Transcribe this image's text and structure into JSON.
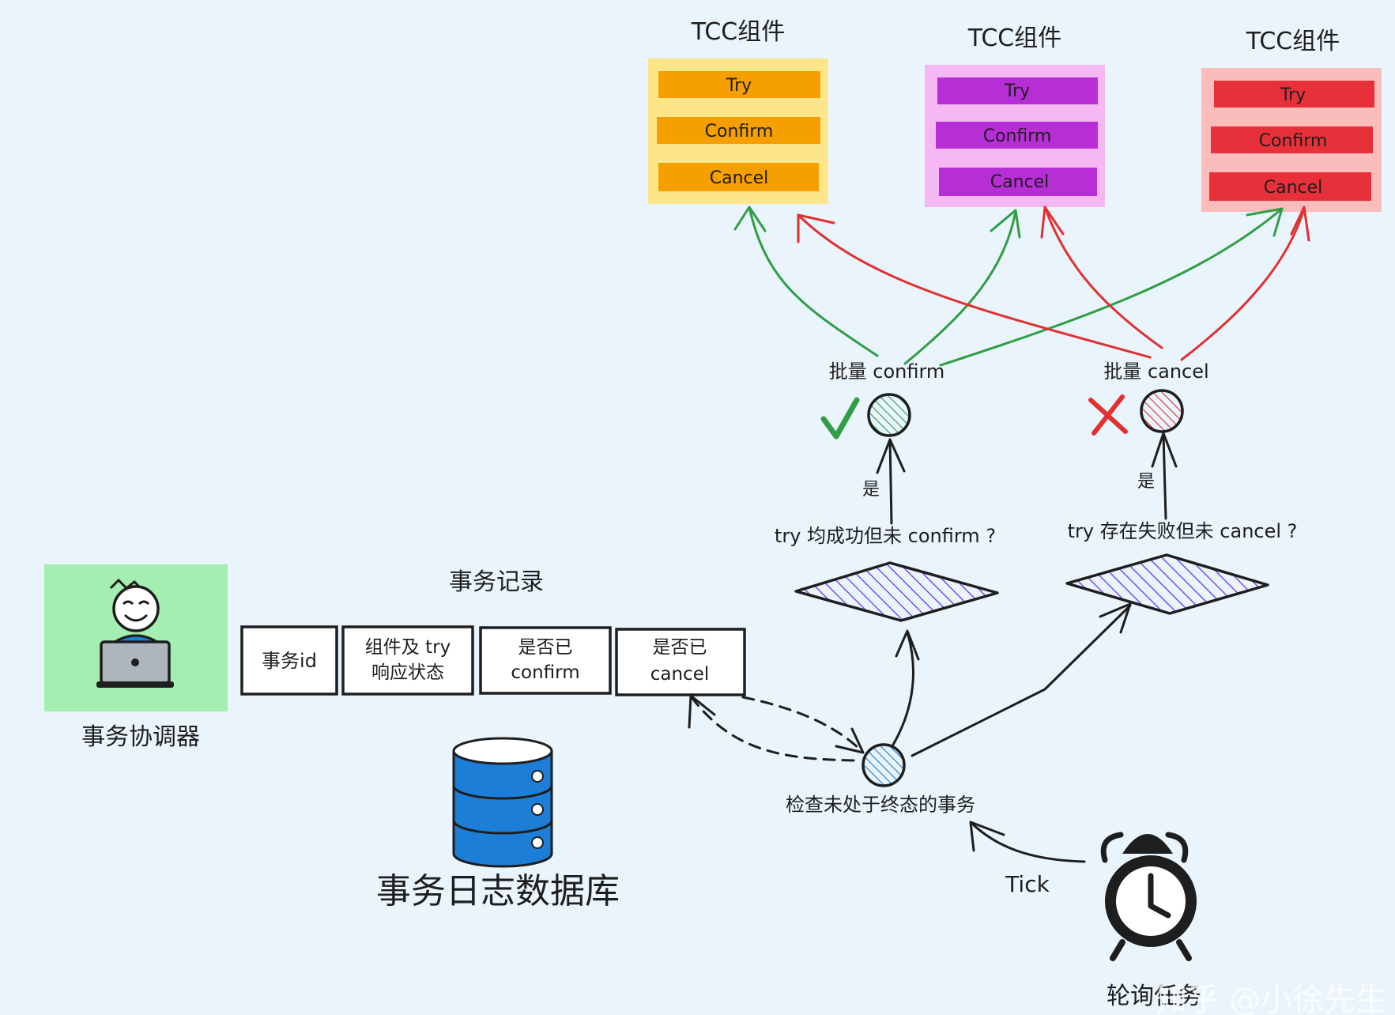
{
  "tcc_components": [
    {
      "title": "TCC组件",
      "ops": [
        "Try",
        "Confirm",
        "Cancel"
      ],
      "bg_color": "#fde68a",
      "bar_color": "#f59f00"
    },
    {
      "title": "TCC组件",
      "ops": [
        "Try",
        "Confirm",
        "Cancel"
      ],
      "bg_color": "#f5b8f2",
      "bar_color": "#b82ed6"
    },
    {
      "title": "TCC组件",
      "ops": [
        "Try",
        "Confirm",
        "Cancel"
      ],
      "bg_color": "#fbbcbc",
      "bar_color": "#e8303a"
    }
  ],
  "batch_confirm": {
    "label": "批量 confirm",
    "status_icon": "check-icon",
    "status_color": "#2f9e44"
  },
  "batch_cancel": {
    "label": "批量 cancel",
    "status_icon": "cross-icon",
    "status_color": "#e03131"
  },
  "yes_label": "是",
  "conditions": {
    "confirm": "try 均成功但未 confirm ?",
    "cancel": "try 存在失败但未 cancel ?"
  },
  "coordinator": {
    "label": "事务协调器",
    "bg_color": "#a3eeb0"
  },
  "record": {
    "title": "事务记录",
    "fields": [
      [
        "事务id"
      ],
      [
        "组件及 try",
        "响应状态"
      ],
      [
        "是否已",
        "confirm"
      ],
      [
        "是否已",
        "cancel"
      ]
    ]
  },
  "database": {
    "label": "事务日志数据库",
    "color": "#1c7ed6"
  },
  "check": {
    "label": "检查未处于终态的事务"
  },
  "tick_label": "Tick",
  "timer_label": "轮询任务",
  "watermark": "知乎 @小徐先生",
  "colors": {
    "green_arrow": "#2f9e44",
    "red_arrow": "#e03131",
    "diamond_fill": "#7950f2",
    "check_node": "#1c7ed6"
  }
}
